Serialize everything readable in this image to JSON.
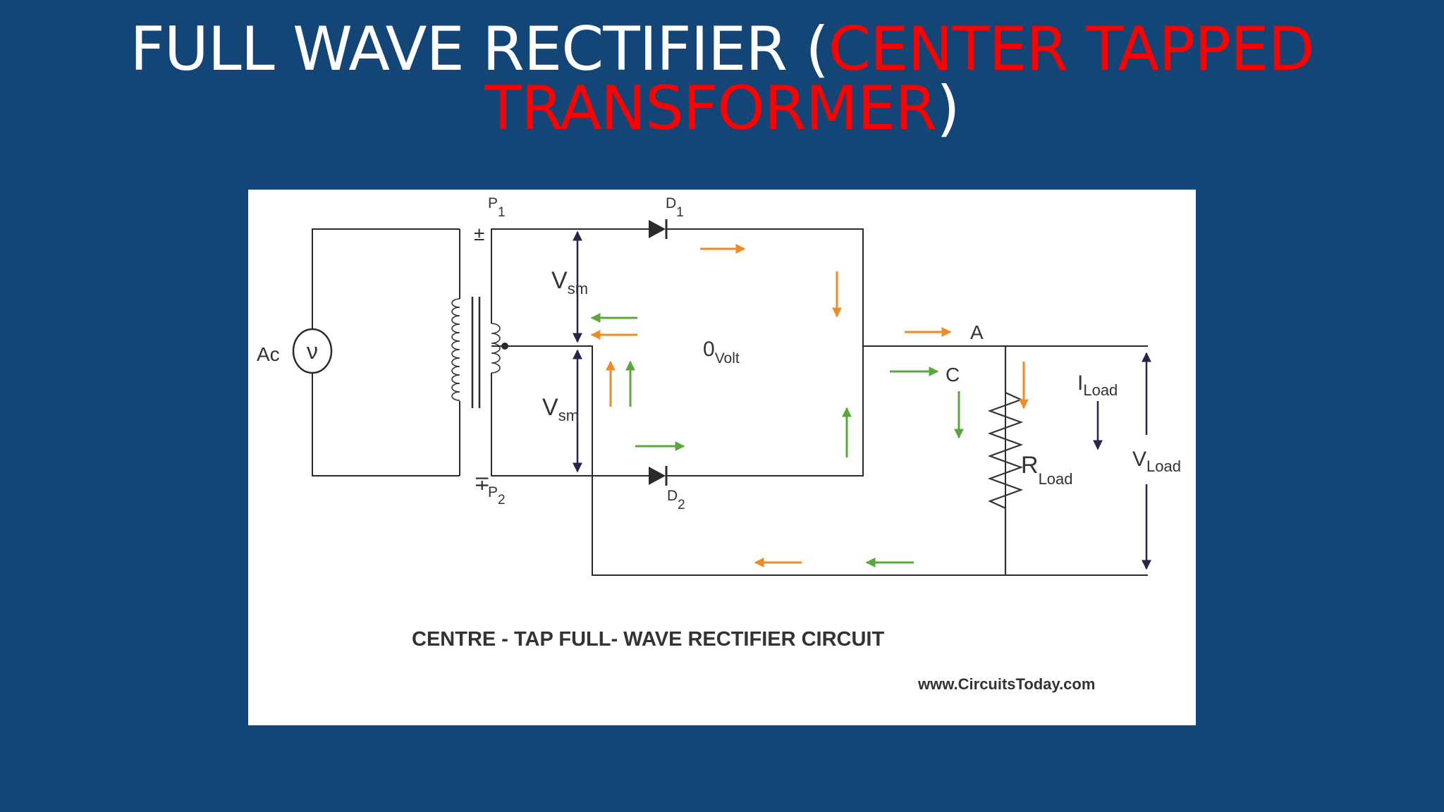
{
  "title": {
    "part1": "FULL WAVE RECTIFIER (",
    "highlight": "CENTER TAPPED TRANSFORMER",
    "part2": ")"
  },
  "colors": {
    "background": "#134676",
    "title_text": "#ffffff",
    "title_highlight": "#ff0000",
    "wire": "#2b2b2b",
    "voltage_arrow": "#262646",
    "current_orange": "#f08a24",
    "current_green": "#5aa83c"
  },
  "diagram": {
    "source_label": "Ac",
    "source_symbol": "ν",
    "p1_label": "P",
    "p1_sub": "1",
    "p2_label": "P",
    "p2_sub": "2",
    "d1_label": "D",
    "d1_sub": "1",
    "d2_label": "D",
    "d2_sub": "2",
    "vsm_top_main": "V",
    "vsm_top_sub": "sm",
    "vsm_bottom_main": "V",
    "vsm_bottom_sub": "sm",
    "zero_volt_main": "0",
    "zero_volt_sub": "Volt",
    "node_a": "A",
    "node_c": "C",
    "i_load_main": "I",
    "i_load_sub": "Load",
    "r_load_main": "R",
    "r_load_sub": "Load",
    "v_load_main": "V",
    "v_load_sub": "Load",
    "plus_minus_top": "±",
    "minus_plus_bottom": "∓",
    "caption": "CENTRE - TAP FULL- WAVE RECTIFIER CIRCUIT",
    "source_credit": "www.CircuitsToday.com"
  }
}
